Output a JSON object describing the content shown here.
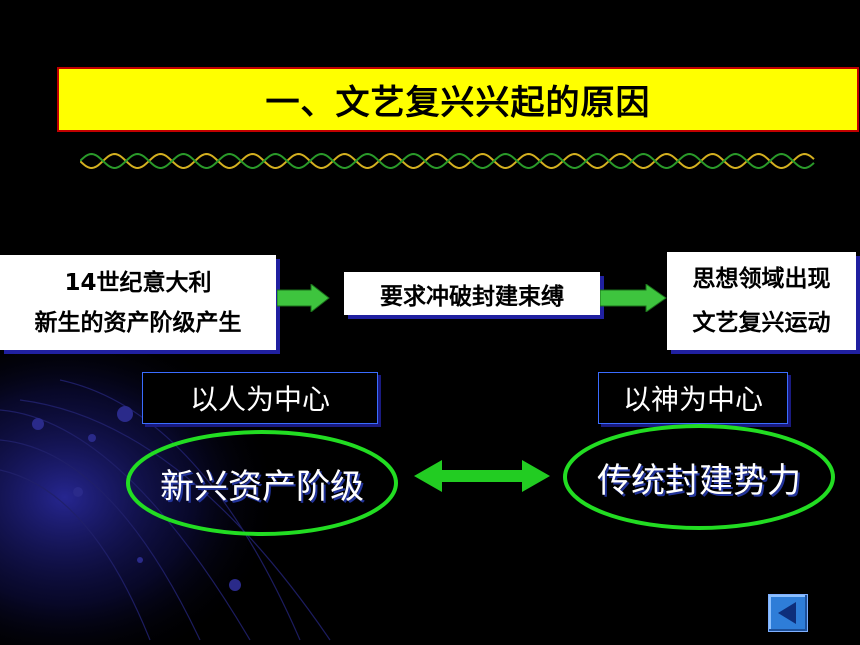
{
  "title": "一、文艺复兴兴起的原因",
  "cause": {
    "line1": "14世纪意大利",
    "line2": "新生的资产阶级产生"
  },
  "demand": "要求冲破封建束缚",
  "result": {
    "line1": "思想领域出现",
    "line2": "文艺复兴运动"
  },
  "left_label": "以人为中心",
  "right_label": "以神为中心",
  "left_oval": "新兴资产阶级",
  "right_oval": "传统封建势力",
  "colors": {
    "title_bg": "#ffff00",
    "title_border": "#c00000",
    "oval_border": "#22dd22",
    "arrow_green": "#33dd33",
    "label_border": "#3a6cff",
    "nav_button": "#2e7dd8"
  },
  "icons": {
    "nav": "back-triangle-icon"
  }
}
